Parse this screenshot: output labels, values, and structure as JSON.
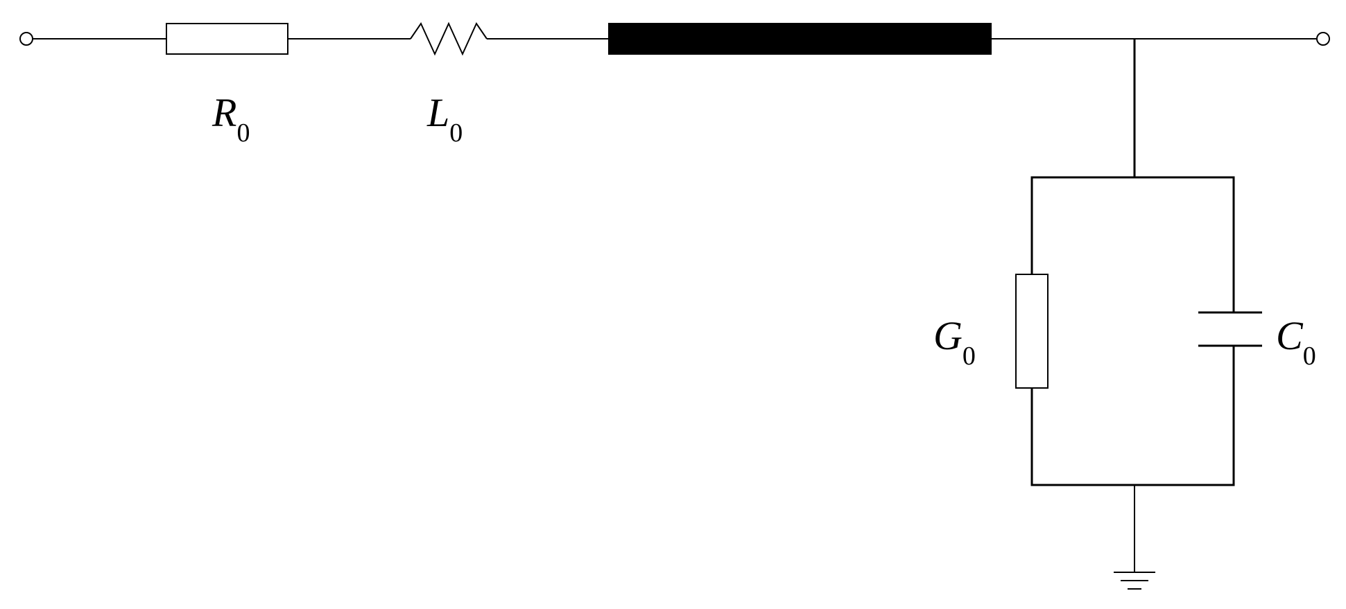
{
  "components": {
    "resistor": {
      "symbol": "R",
      "subscript": "0"
    },
    "inductor": {
      "symbol": "L",
      "subscript": "0"
    },
    "conductance": {
      "symbol": "G",
      "subscript": "0"
    },
    "capacitor": {
      "symbol": "C",
      "subscript": "0"
    }
  },
  "colors": {
    "line": "#000000",
    "background": "#ffffff"
  }
}
